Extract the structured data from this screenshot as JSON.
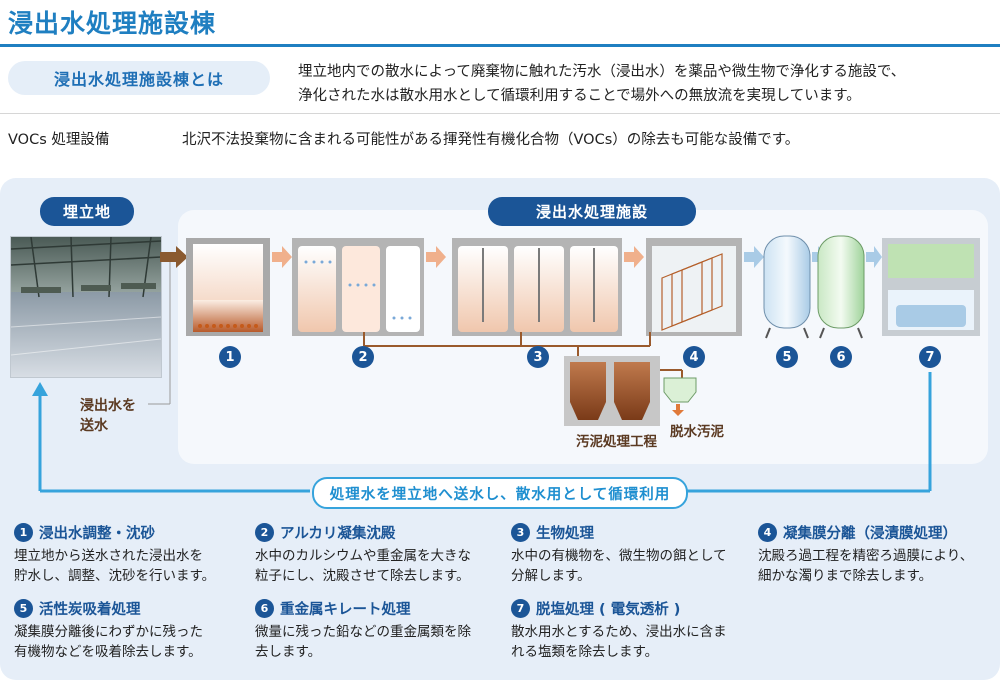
{
  "title": "浸出水処理施設棟",
  "intro": {
    "label": "浸出水処理施設棟とは",
    "line1": "埋立地内での散水によって廃棄物に触れた汚水（浸出水）を薬品や微生物で浄化する施設で、",
    "line2": "浄化された水は散水用水として循環利用することで場外への無放流を実現しています。"
  },
  "vocs": {
    "label": "VOCs 処理設備",
    "text": "北沢不法投棄物に含まれる可能性がある揮発性有機化合物（VOCs）の除去も可能な設備です。"
  },
  "diagram": {
    "landfill_label": "埋立地",
    "facility_label": "浸出水処理施設",
    "send_label_line1": "浸出水を",
    "send_label_line2": "送水",
    "sludge_label": "汚泥処理工程",
    "dewatered_label": "脱水汚泥",
    "return_label": "処理水を埋立地へ送水し、散水用として循環利用",
    "numbers": [
      "1",
      "2",
      "3",
      "4",
      "5",
      "6",
      "7"
    ]
  },
  "steps": [
    {
      "num": "1",
      "title": "浸出水調整・沈砂",
      "line1": "埋立地から送水された浸出水を",
      "line2": "貯水し、調整、沈砂を行います。"
    },
    {
      "num": "2",
      "title": "アルカリ凝集沈殿",
      "line1": "水中のカルシウムや重金属を大きな",
      "line2": "粒子にし、沈殿させて除去します。"
    },
    {
      "num": "3",
      "title": "生物処理",
      "line1": "水中の有機物を、微生物の餌として",
      "line2": "分解します。"
    },
    {
      "num": "4",
      "title": "凝集膜分離（浸漬膜処理）",
      "line1": "沈殿ろ過工程を精密ろ過膜により、",
      "line2": "細かな濁りまで除去します。"
    },
    {
      "num": "5",
      "title": "活性炭吸着処理",
      "line1": "凝集膜分離後にわずかに残った",
      "line2": "有機物などを吸着除去します。"
    },
    {
      "num": "6",
      "title": "重金属キレート処理",
      "line1": "微量に残った鉛などの重金属類を除",
      "line2": "去します。"
    },
    {
      "num": "7",
      "title": "脱塩処理 ( 電気透析 )",
      "line1": "散水用水とするため、浸出水に含ま",
      "line2": "れる塩類を除去します。"
    }
  ],
  "colors": {
    "title_blue": "#1f7fc1",
    "navy": "#1b5597",
    "panel": "#e6eef8",
    "return_blue": "#36a3dc",
    "pipe_brown": "#9a5a2c"
  }
}
